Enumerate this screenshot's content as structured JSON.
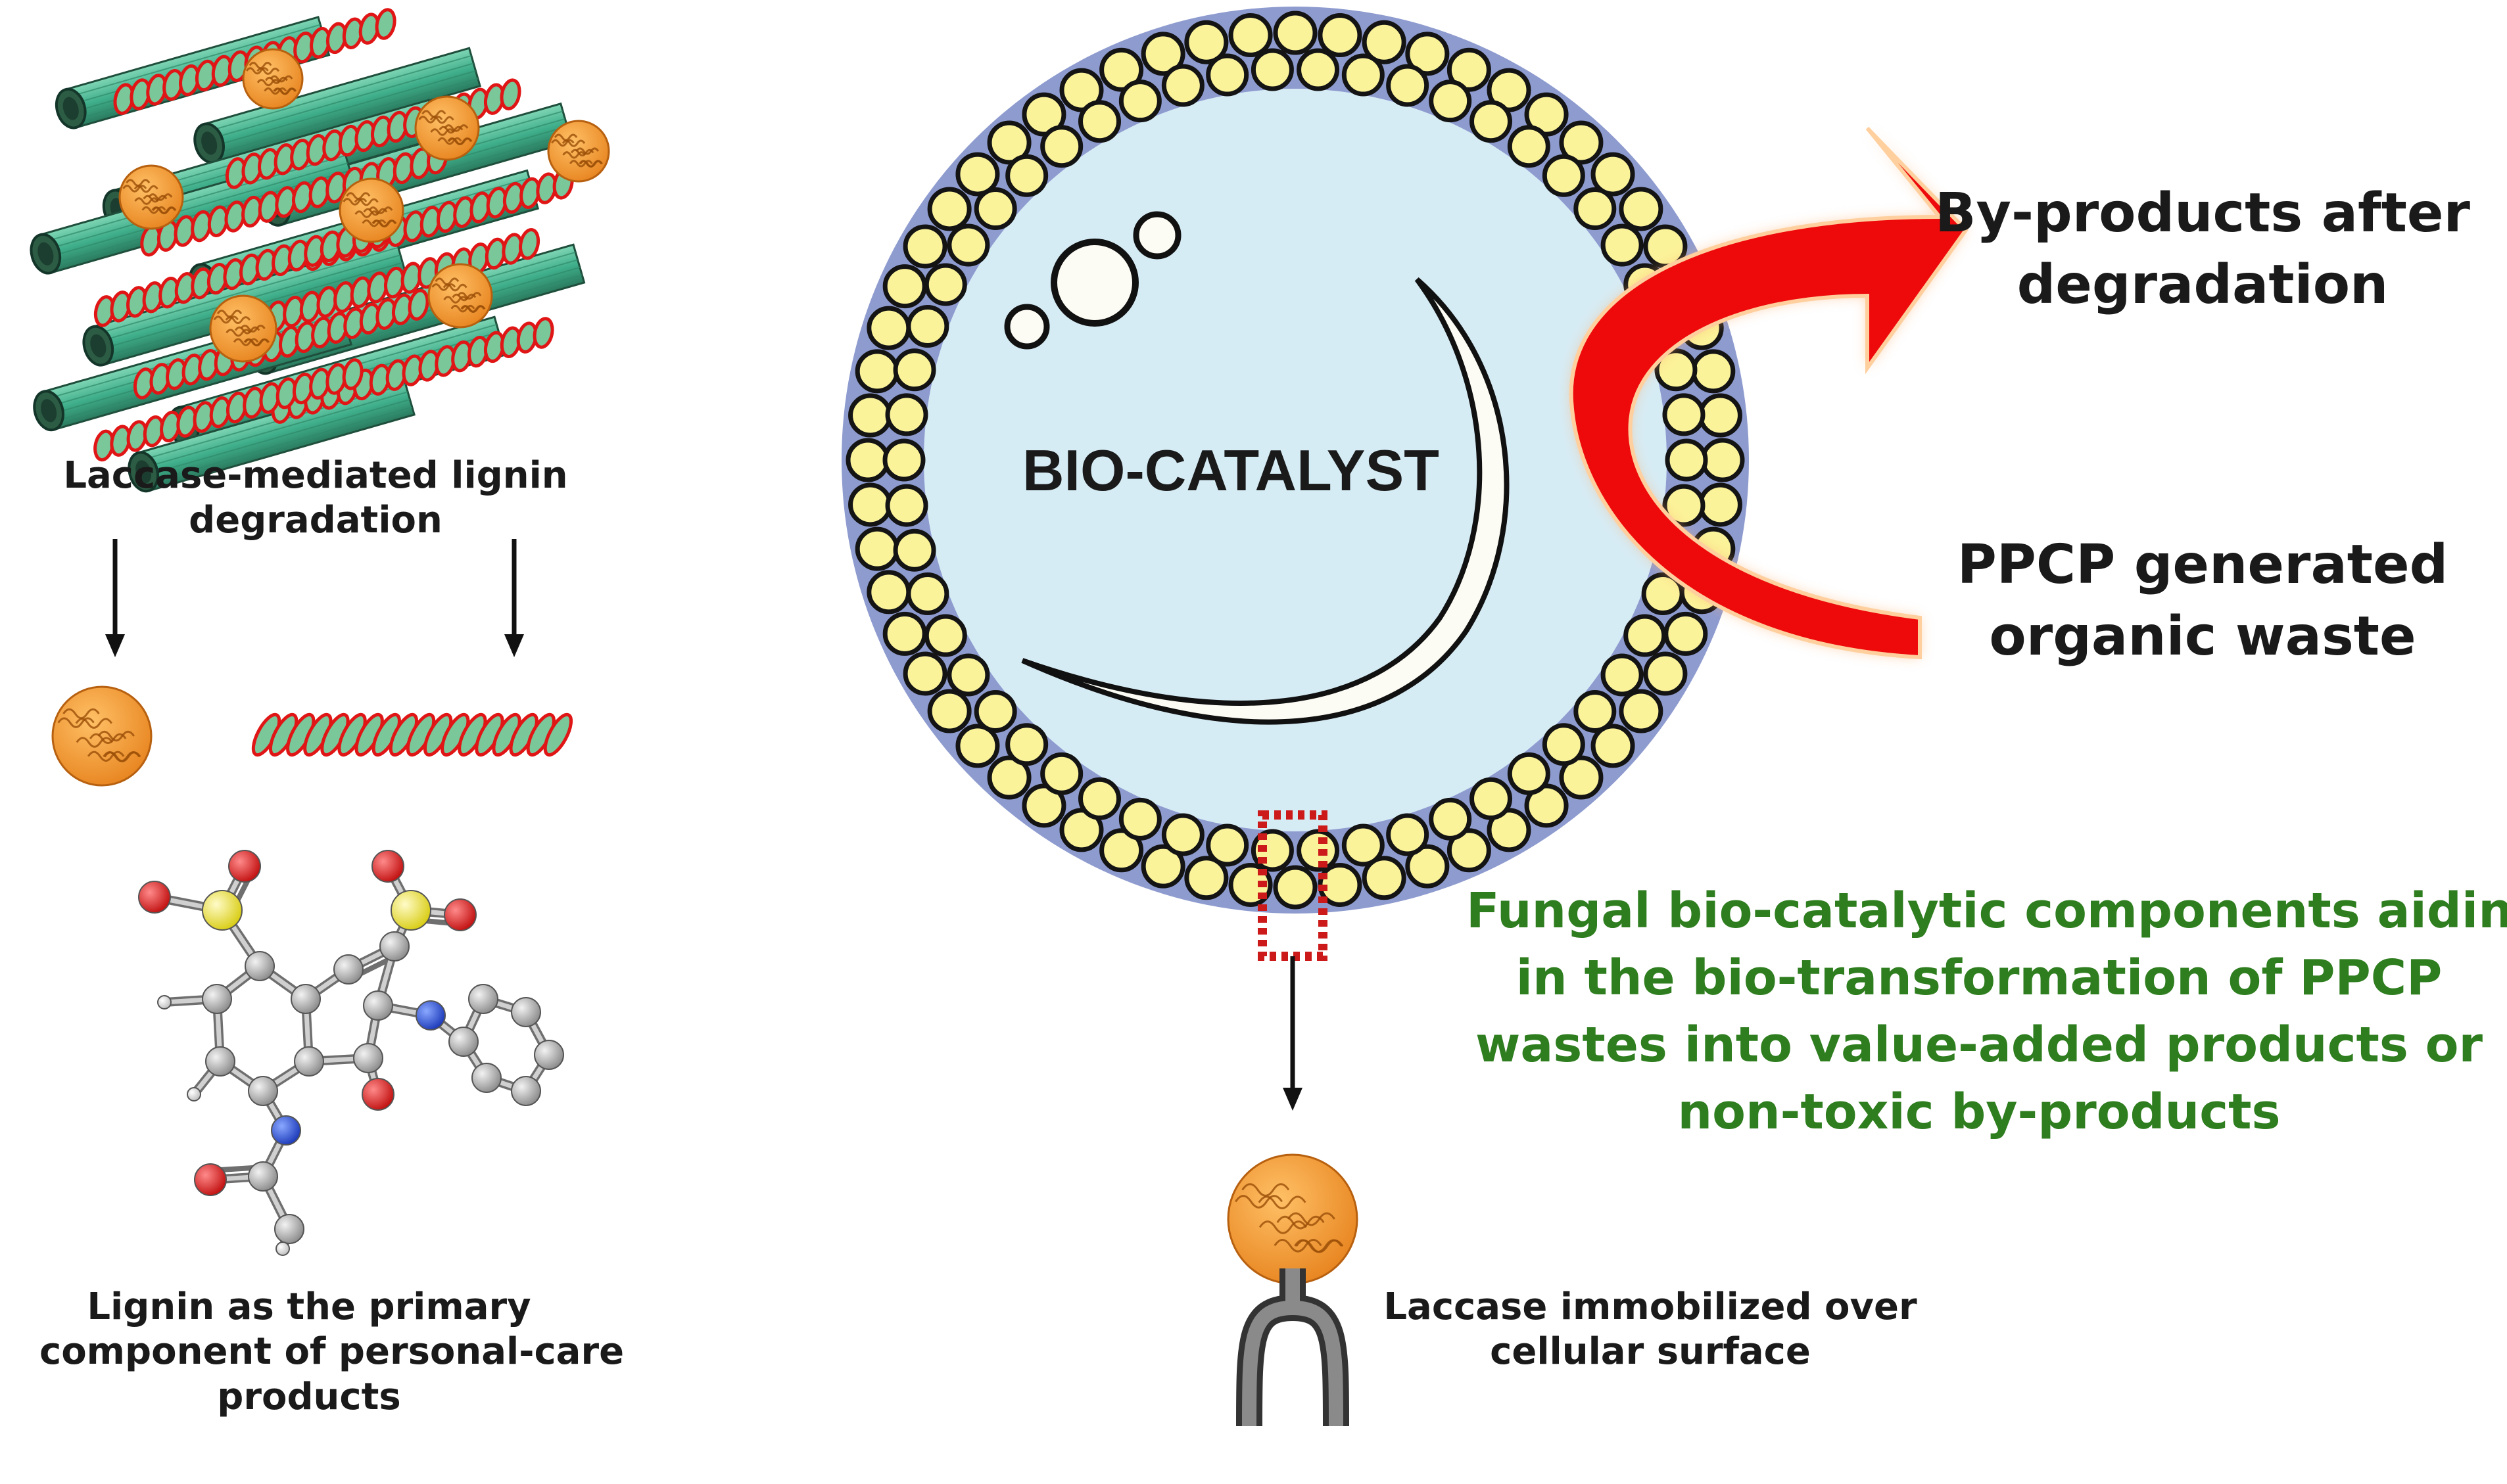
{
  "labels": {
    "lignin_degradation": [
      "Laccase-mediated lignin",
      "degradation"
    ],
    "lignin_primary": [
      "Lignin as the primary",
      "component of personal-care",
      "products"
    ],
    "bio_catalyst": "BIO-CATALYST",
    "byproducts": [
      "By-products after",
      "degradation"
    ],
    "ppcp_waste": [
      "PPCP generated",
      "organic waste"
    ],
    "fungal_note": [
      "Fungal bio-catalytic components aiding",
      "in the bio-transformation of PPCP",
      "wastes into value-added products or",
      "non-toxic by-products"
    ],
    "laccase_immobilized": [
      "Laccase immobilized over",
      "cellular surface"
    ]
  },
  "colors": {
    "fiber": "#3fae8a",
    "fiber_dark": "#2c5c44",
    "helix_red": "#e01616",
    "enzyme_orange": "#f0962e",
    "membrane_band": "#8e9bcf",
    "lipid_yellow": "#fbf39a",
    "cell_interior": "#d6ecf5",
    "arrow_red": "#ee0a0a",
    "text_green": "#2e7d1e",
    "atom_sulfur": "#f2ea2a",
    "atom_oxygen": "#d41414",
    "atom_nitrogen": "#2a4fd8",
    "atom_carbon": "#a6a6a6"
  },
  "icons": [
    "lignin-fiber-bundle",
    "laccase-enzyme-blob",
    "lignin-helix",
    "molecule-structure",
    "cell-membrane",
    "curved-red-arrow",
    "receptor-anchor"
  ]
}
